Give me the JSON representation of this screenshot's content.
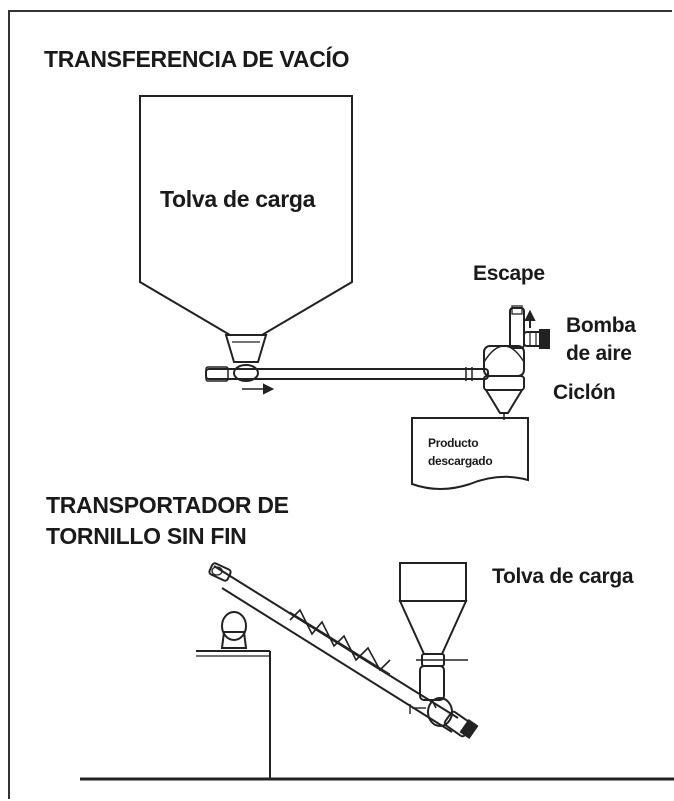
{
  "top_section": {
    "title": "TRANSFERENCIA DE VACÍO",
    "hopper_label": "Tolva de carga",
    "exhaust_label": "Escape",
    "pump_label_line1": "Bomba",
    "pump_label_line2": "de aire",
    "cyclone_label": "Ciclón",
    "product_label_line1": "Producto",
    "product_label_line2": "descargado"
  },
  "bottom_section": {
    "title_line1": "TRANSPORTADOR DE",
    "title_line2": "TORNILLO SIN FIN",
    "hopper_label": "Tolva de carga"
  }
}
